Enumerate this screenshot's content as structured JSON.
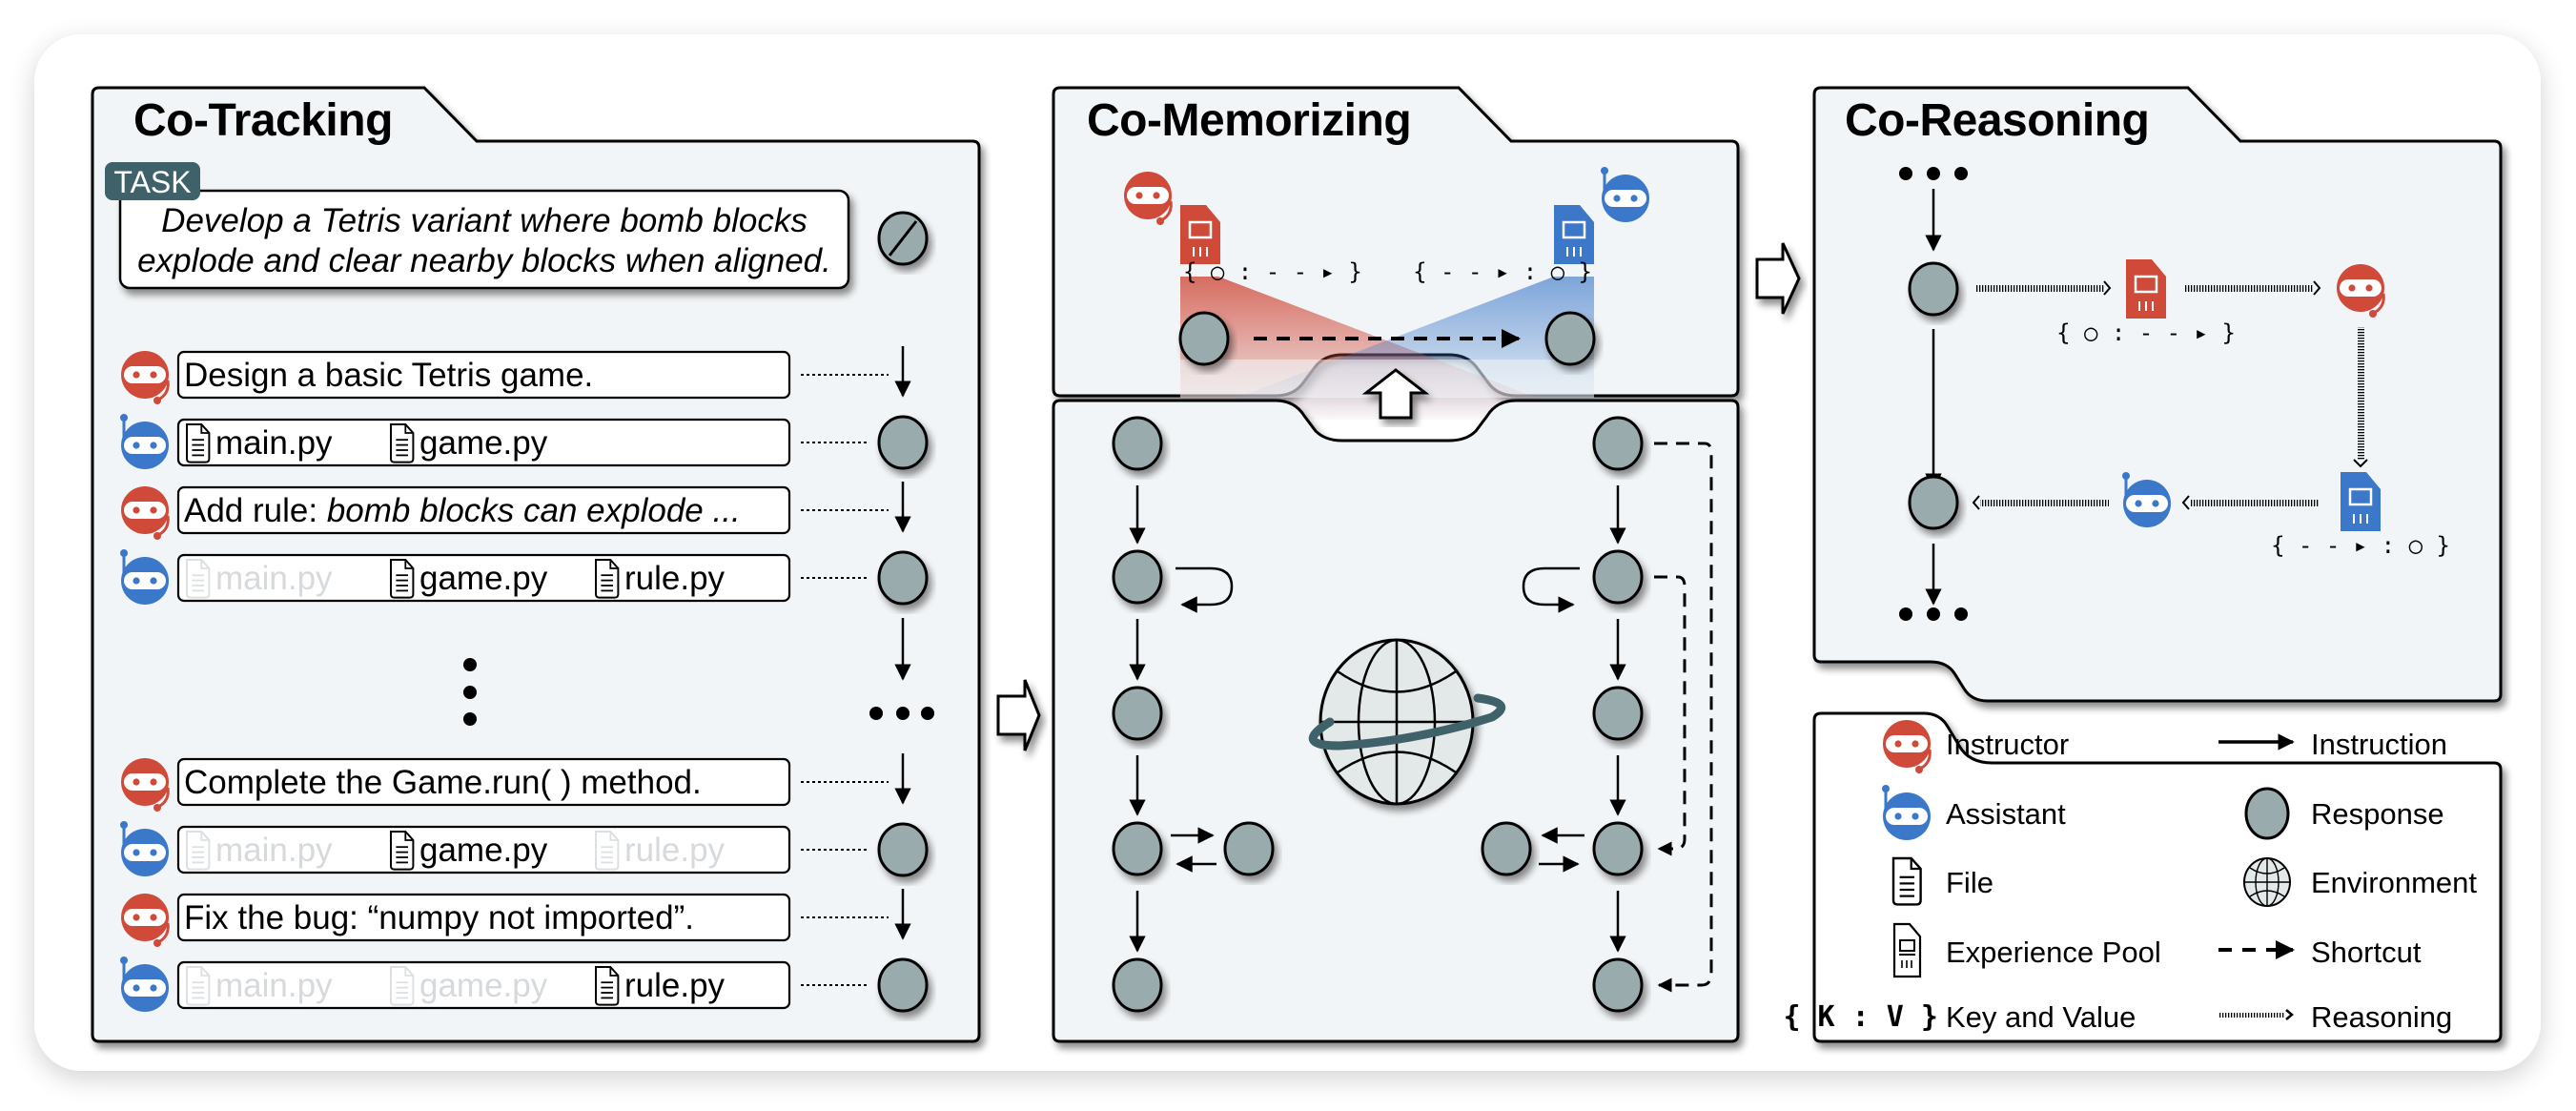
{
  "panels": {
    "tracking": {
      "title": "Co-Tracking",
      "task_badge": "TASK",
      "task_lines": [
        "Develop a Tetris variant where bomb blocks",
        "explode and clear nearby blocks when aligned."
      ],
      "rows": [
        {
          "role": "instructor",
          "text": "Design a basic Tetris game.",
          "italic_suffix": ""
        },
        {
          "role": "assistant",
          "files": [
            {
              "name": "main.py",
              "active": true
            },
            {
              "name": "game.py",
              "active": true
            }
          ]
        },
        {
          "role": "instructor",
          "text": "Add rule: ",
          "italic_suffix": "bomb blocks can explode ..."
        },
        {
          "role": "assistant",
          "files": [
            {
              "name": "main.py",
              "active": false
            },
            {
              "name": "game.py",
              "active": true
            },
            {
              "name": "rule.py",
              "active": true
            }
          ]
        },
        {
          "role": "instructor",
          "text": "Complete the Game.run( ) method.",
          "italic_suffix": ""
        },
        {
          "role": "assistant",
          "files": [
            {
              "name": "main.py",
              "active": false
            },
            {
              "name": "game.py",
              "active": true
            },
            {
              "name": "rule.py",
              "active": false
            }
          ]
        },
        {
          "role": "instructor",
          "text": "Fix the bug: “numpy not imported”.",
          "italic_suffix": ""
        },
        {
          "role": "assistant",
          "files": [
            {
              "name": "main.py",
              "active": false
            },
            {
              "name": "game.py",
              "active": false
            },
            {
              "name": "rule.py",
              "active": true
            }
          ]
        }
      ]
    },
    "memorizing": {
      "title": "Co-Memorizing",
      "instructor_kv": "{ ○ : - - ▸ }",
      "assistant_kv": "{ - - ▸ : ○ }"
    },
    "reasoning": {
      "title": "Co-Reasoning",
      "instructor_kv": "{ ○ : - - ▸ }",
      "assistant_kv": "{ - - ▸ : ○ }"
    }
  },
  "legend": {
    "items": [
      {
        "icon": "instructor-icon",
        "label": "Instructor"
      },
      {
        "icon": "instruction-arrow-icon",
        "label": "Instruction"
      },
      {
        "icon": "assistant-icon",
        "label": "Assistant"
      },
      {
        "icon": "response-node-icon",
        "label": "Response"
      },
      {
        "icon": "file-icon",
        "label": "File"
      },
      {
        "icon": "environment-globe-icon",
        "label": "Environment"
      },
      {
        "icon": "experience-pool-icon",
        "label": "Experience Pool"
      },
      {
        "icon": "shortcut-arrow-icon",
        "label": "Shortcut"
      },
      {
        "icon": "key-value-icon",
        "label": "Key and Value"
      },
      {
        "icon": "reasoning-arrow-icon",
        "label": "Reasoning"
      }
    ],
    "kv_symbol": "{ K : V }"
  },
  "colors": {
    "instructor": "#d04a3a",
    "assistant": "#3b78c9",
    "node_fill": "#9aabae",
    "panel_bg": "#f2f5f7",
    "task_badge": "#3f626a"
  }
}
